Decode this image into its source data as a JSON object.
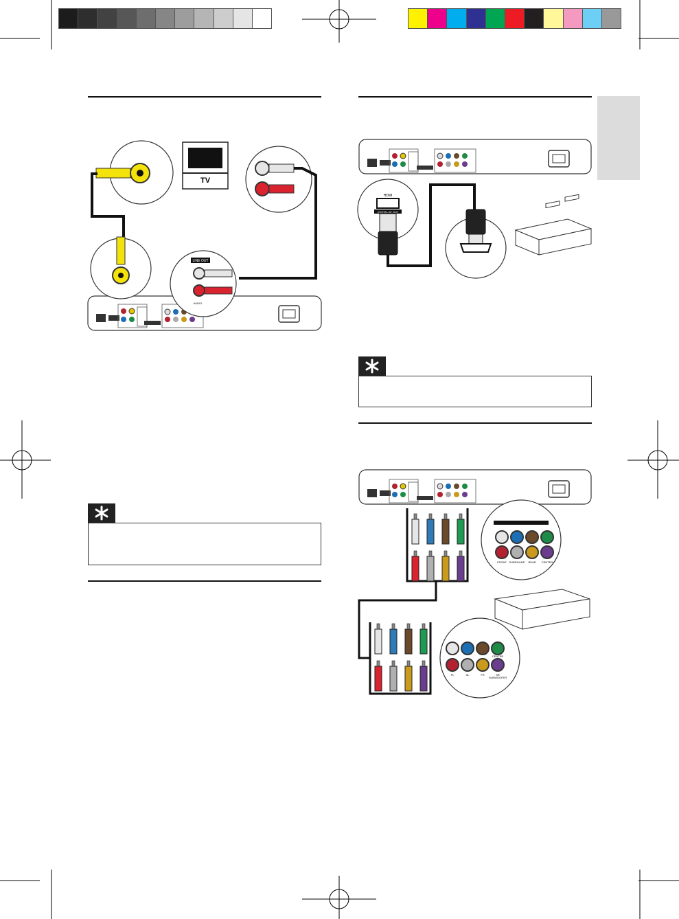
{
  "colors": {
    "gray_swatches": [
      "#1c1c1c",
      "#2e2e2e",
      "#424242",
      "#575757",
      "#6e6e6e",
      "#868686",
      "#9d9d9d",
      "#b5b5b5",
      "#cdcdcd",
      "#e5e5e5",
      "#ffffff"
    ],
    "color_swatches": [
      "#fff200",
      "#ec008c",
      "#00aeef",
      "#2e3192",
      "#00a651",
      "#ed1c24",
      "#231f20",
      "#fff799",
      "#f49ac1",
      "#6dcff6",
      "#999999"
    ],
    "cable_yellow": "#f4e20b",
    "cable_red": "#d9232f",
    "cable_white": "#e6e6e6",
    "cable_blue": "#2f7bb8",
    "cable_brown": "#6b4a2b",
    "cable_green": "#1f9a52",
    "cable_gray": "#b0b0b0",
    "cable_gold": "#c99a1c",
    "cable_purple": "#6a3d8f",
    "language_tab": "#dcdcdc"
  },
  "diagram_labels": {
    "tv": "TV",
    "line_out": "LINE OUT",
    "audio": "AUDIO",
    "hdmi": "HDMI",
    "digital_av_out": "DIGITAL AV OUT"
  },
  "jack_labels_player": [
    "FRONT",
    "SURROUND",
    "REAR",
    "CENTER"
  ],
  "jack_labels_receiver": [
    "FL",
    "SL",
    "FR",
    "CENTER",
    "SR",
    "SUBWOOFER"
  ],
  "icons": {
    "tip": "asterisk-tip-icon",
    "registration": "registration-mark-icon"
  }
}
